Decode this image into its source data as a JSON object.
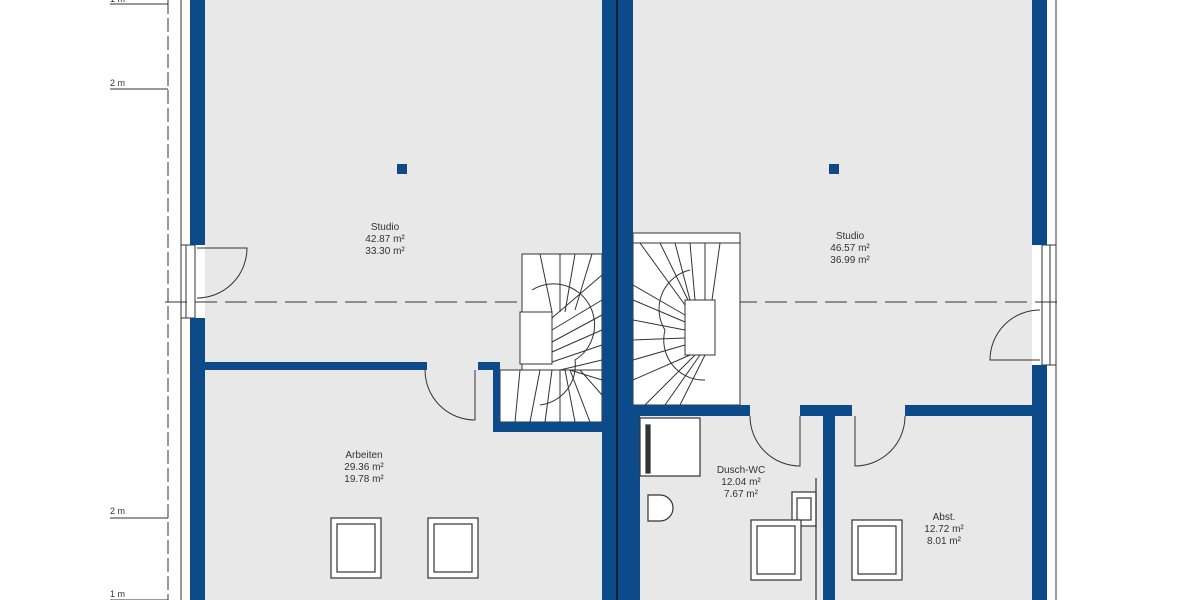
{
  "colors": {
    "wall": "#0d4a8a",
    "floor": "#e8e8e8",
    "line": "#333333"
  },
  "dimensions": [
    "1 m",
    "2 m",
    "2 m",
    "1 m"
  ],
  "rooms": [
    {
      "name": "Studio",
      "area1": "42.87 m²",
      "area2": "33.30 m²"
    },
    {
      "name": "Studio",
      "area1": "46.57 m²",
      "area2": "36.99 m²"
    },
    {
      "name": "Arbeiten",
      "area1": "29.36 m²",
      "area2": "19.78 m²"
    },
    {
      "name": "Dusch-WC",
      "area1": "12.04 m²",
      "area2": "7.67 m²"
    },
    {
      "name": "Abst.",
      "area1": "12.72 m²",
      "area2": "8.01 m²"
    }
  ]
}
